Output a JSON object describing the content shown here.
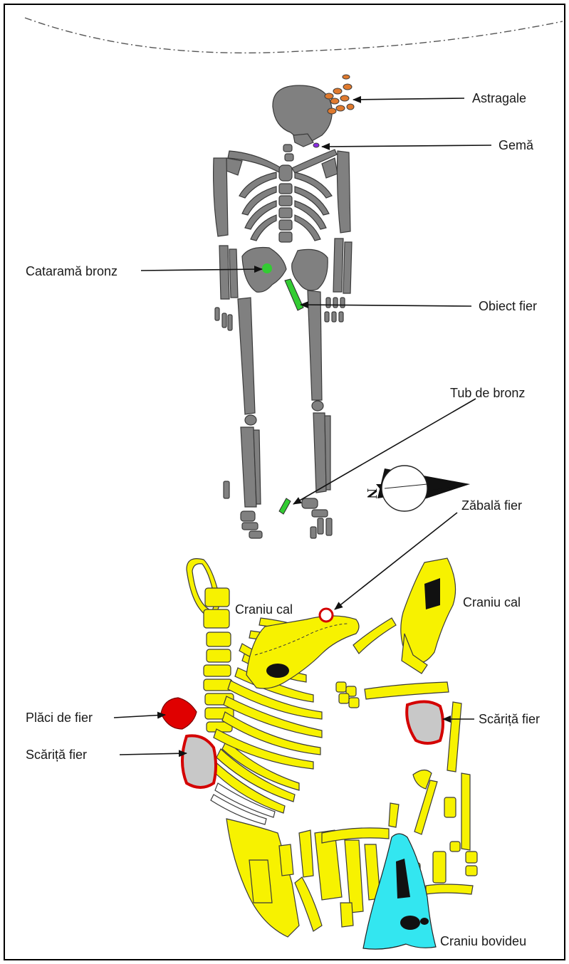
{
  "labels": {
    "astragale": "Astragale",
    "gema": "Gemă",
    "catarama": "Cataramă bronz",
    "obiect_fier": "Obiect fier",
    "tub_bronz": "Tub de bronz",
    "zabala": "Zăbală fier",
    "craniu_cal_1": "Craniu cal",
    "craniu_cal_2": "Craniu cal",
    "placi_fier": "Plăci de fier",
    "scarita_left": "Scăriță fier",
    "scarita_right": "Scăriță fier",
    "craniu_bovideu": "Craniu bovideu",
    "north": "N"
  },
  "colors": {
    "human_bone": "#808080",
    "horse_bone": "#f7f200",
    "astragale": "#e07a2e",
    "gem": "#8a2be2",
    "bronze": "#33cc33",
    "iron_plate": "#e00000",
    "stirrup_fill": "#c8c8c8",
    "bovid_skull": "#33e6f0",
    "dark": "#111111"
  }
}
